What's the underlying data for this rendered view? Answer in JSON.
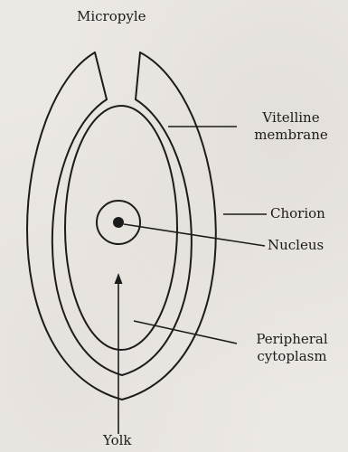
{
  "labels": {
    "micropyle": "Micropyle",
    "vitelline_line1": "Vitelline",
    "vitelline_line2": "membrane",
    "chorion": "Chorion",
    "nucleus": "Nucleus",
    "peripheral_line1": "Peripheral",
    "peripheral_line2": "cytoplasm",
    "yolk": "Yolk"
  },
  "colors": {
    "ink": "#1c1c1c",
    "paper": "#ece8e4"
  }
}
